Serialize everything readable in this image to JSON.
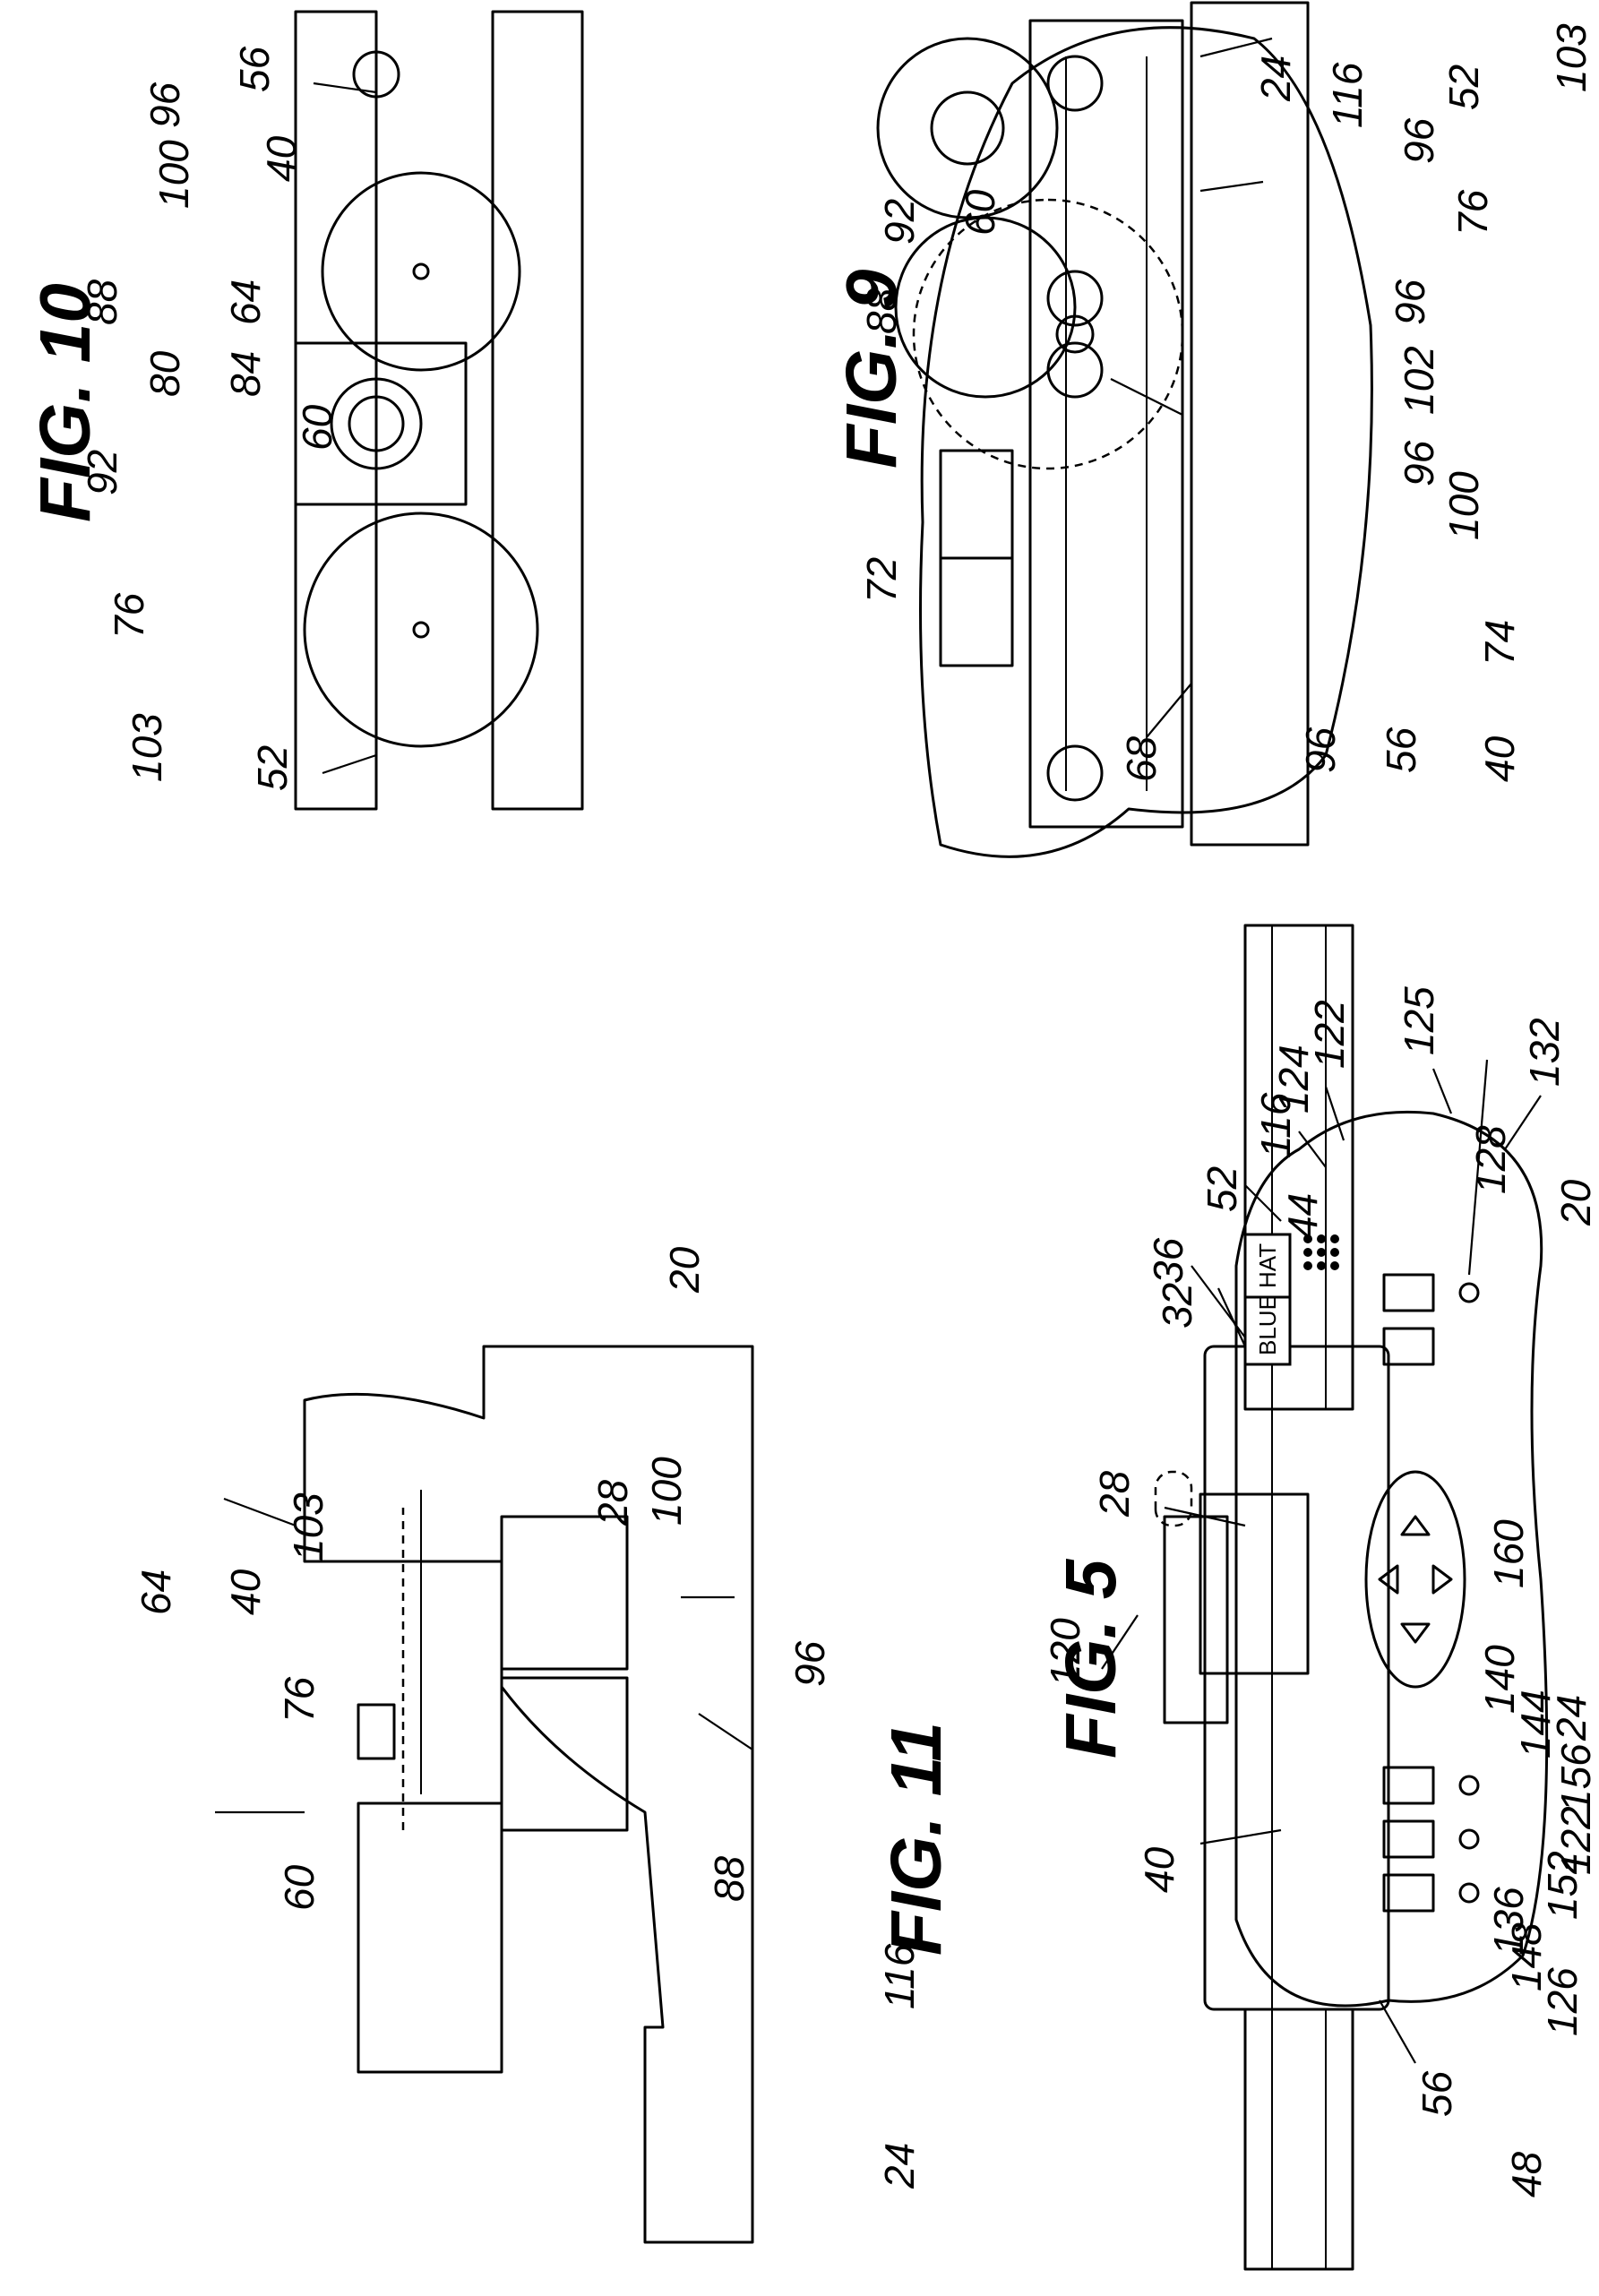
{
  "figures": {
    "fig5": {
      "caption": "FIG. 5",
      "tags": [
        "BLUE",
        "HAT"
      ],
      "labels": [
        "20",
        "120",
        "28",
        "40",
        "56",
        "48",
        "44",
        "36",
        "32",
        "52",
        "116",
        "124",
        "122",
        "125",
        "128",
        "132",
        "160",
        "140",
        "144",
        "136",
        "148",
        "126",
        "152",
        "122",
        "156",
        "24"
      ]
    },
    "fig9": {
      "caption": "FIG. 9",
      "labels": [
        "103",
        "52",
        "96",
        "116",
        "24",
        "76",
        "96",
        "102",
        "96",
        "100",
        "74",
        "40",
        "56",
        "96",
        "68",
        "72",
        "88",
        "92",
        "60"
      ]
    },
    "fig10": {
      "caption": "FIG. 10",
      "labels": [
        "56",
        "96",
        "40",
        "100",
        "64",
        "84",
        "60",
        "88",
        "80",
        "92",
        "76",
        "103",
        "52"
      ]
    },
    "fig11": {
      "caption": "FIG. 11",
      "labels": [
        "20",
        "28",
        "100",
        "40",
        "103",
        "64",
        "96",
        "116",
        "88",
        "76",
        "60",
        "24"
      ]
    }
  }
}
